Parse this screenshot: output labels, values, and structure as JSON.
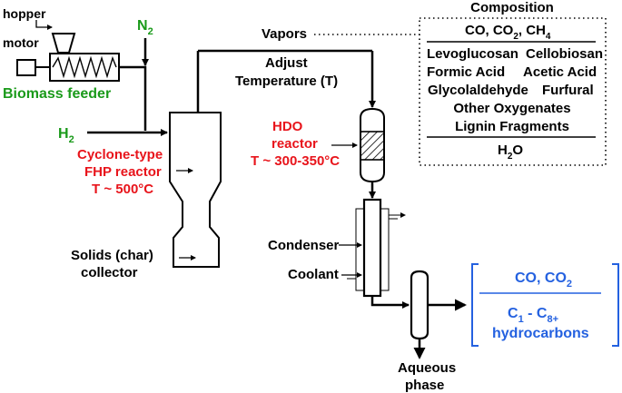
{
  "labels": {
    "hopper": "hopper",
    "motor": "motor",
    "biomass_feeder": "Biomass feeder",
    "n2_main": "N",
    "n2_sub": "2",
    "h2_main": "H",
    "h2_sub": "2",
    "vapors": "Vapors",
    "adjust_line1": "Adjust",
    "adjust_line2": "Temperature (T)",
    "cyclone_line1": "Cyclone-type",
    "cyclone_line2": "FHP reactor",
    "cyclone_line3": "T ~ 500°C",
    "hdo_line1": "HDO",
    "hdo_line2": "reactor",
    "hdo_line3": "T ~ 300-350°C",
    "solids_line1": "Solids (char)",
    "solids_line2": "collector",
    "condenser": "Condenser",
    "coolant": "Coolant",
    "aqueous_line1": "Aqueous",
    "aqueous_line2": "phase"
  },
  "composition": {
    "title": "Composition",
    "gases": {
      "co": "CO, CO",
      "co2_sub": "2",
      "sep": ", CH",
      "ch4_sub": "4"
    },
    "rows": [
      [
        "Levoglucosan",
        "Cellobiosan"
      ],
      [
        "Formic Acid",
        "Acetic Acid"
      ],
      [
        "Glycolaldehyde",
        "Furfural"
      ]
    ],
    "other": "Other Oxygenates",
    "lignin": "Lignin Fragments",
    "water_main": "H",
    "water_sub": "2",
    "water_tail": "O"
  },
  "products": {
    "gas_main": "CO, CO",
    "gas_sub": "2",
    "hc_c1": "C",
    "hc_c1_sub": "1",
    "hc_dash": " - C",
    "hc_c8_sub": "8+",
    "hc_line2": "hydrocarbons"
  },
  "colors": {
    "green": "#1a9a1a",
    "red": "#e8141b",
    "blue": "#2461e0",
    "black": "#000000"
  }
}
